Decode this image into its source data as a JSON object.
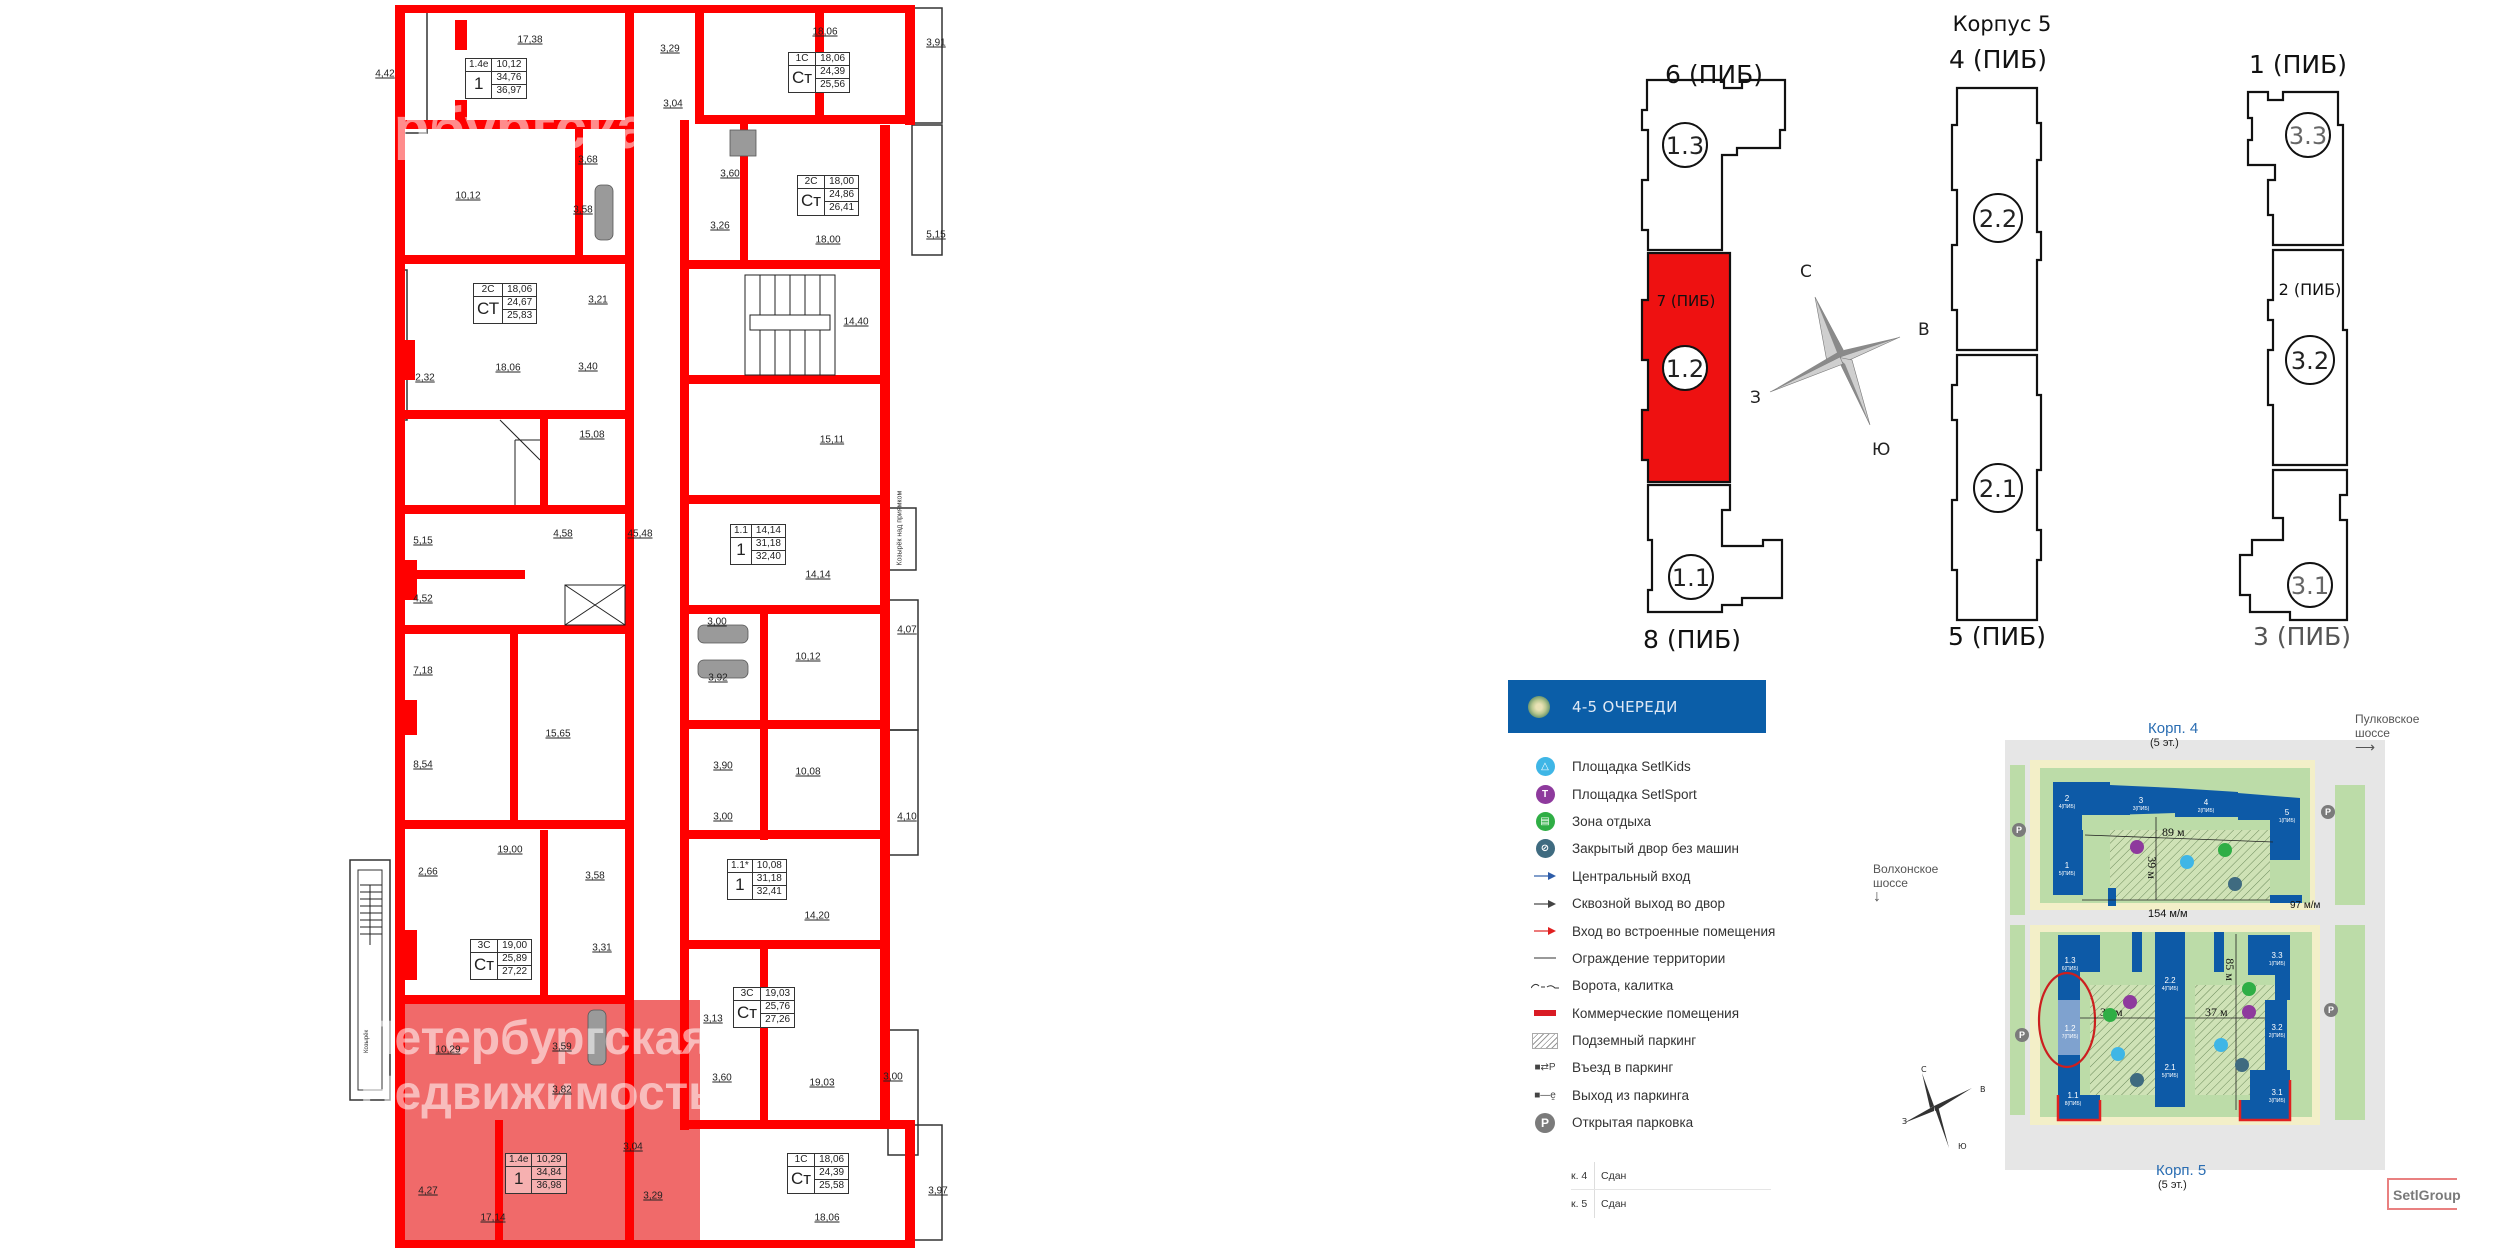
{
  "floorplan": {
    "highlight_color": "#ff0000",
    "selected_fill": "#f06565",
    "apartments": [
      {
        "id": "apt-top-left",
        "code": "1.4е",
        "type": "1",
        "living": "10,12",
        "total": "34,76",
        "total_balcony": "36,97"
      },
      {
        "id": "apt-top-right",
        "code": "1С",
        "type": "Ст",
        "living": "18,06",
        "total": "24,39",
        "total_balcony": "25,56"
      },
      {
        "id": "apt-2c-right",
        "code": "2С",
        "type": "Ст",
        "living": "18,00",
        "total": "24,86",
        "total_balcony": "26,41"
      },
      {
        "id": "apt-2c-left",
        "code": "2С",
        "type": "СТ",
        "living": "18,06",
        "total": "24,67",
        "total_balcony": "25,83"
      },
      {
        "id": "apt-11-right",
        "code": "1.1",
        "type": "1",
        "living": "14,14",
        "total": "31,18",
        "total_balcony": "32,40"
      },
      {
        "id": "apt-11s-right",
        "code": "1.1*",
        "type": "1",
        "living": "10,08",
        "total": "31,18",
        "total_balcony": "32,41"
      },
      {
        "id": "apt-3c-left",
        "code": "3С",
        "type": "Ст",
        "living": "19,00",
        "total": "25,89",
        "total_balcony": "27,22"
      },
      {
        "id": "apt-3c-right",
        "code": "3С",
        "type": "Ст",
        "living": "19,03",
        "total": "25,76",
        "total_balcony": "27,26"
      },
      {
        "id": "apt-selected",
        "code": "1.4е",
        "type": "1",
        "living": "10,29",
        "total": "34,84",
        "total_balcony": "36,98"
      },
      {
        "id": "apt-bottom-right",
        "code": "1С",
        "type": "Ст",
        "living": "18,06",
        "total": "24,39",
        "total_balcony": "25,58"
      }
    ],
    "rooms": [
      "17,38",
      "4,42",
      "3,29",
      "18,06",
      "3,91",
      "3,68",
      "3,04",
      "10,12",
      "3,58",
      "3,60",
      "3,26",
      "18,00",
      "5,15",
      "3,21",
      "18,06",
      "2,32",
      "3,40",
      "14,40",
      "15,08",
      "15,11",
      "5,15",
      "4,58",
      "45,48",
      "14,14",
      "4,52",
      "3,00",
      "7,18",
      "3,92",
      "10,12",
      "4,07",
      "15,65",
      "8,54",
      "3,90",
      "10,08",
      "3,00",
      "4,10",
      "19,00",
      "2,66",
      "3,58",
      "14,20",
      "3,31",
      "3,13",
      "10,29",
      "3,59",
      "3,82",
      "3,60",
      "19,03",
      "3,00",
      "3,04",
      "4,27",
      "17,14",
      "3,29",
      "18,06",
      "3,97"
    ],
    "labels": {
      "canopy_pit": "Козырёк над приямком",
      "canopy": "Козырёк"
    },
    "watermark": [
      "Петербургская",
      "Недвижимость"
    ]
  },
  "keyplan": {
    "title": "Корпус 5",
    "entrances": {
      "e6": "6 (ПИБ)",
      "e7": "7 (ПИБ)",
      "e8": "8 (ПИБ)",
      "e4": "4 (ПИБ)",
      "e5": "5 (ПИБ)",
      "e1": "1 (ПИБ)",
      "e2": "2 (ПИБ)",
      "e3": "3 (ПИБ)"
    },
    "sections": {
      "s13": "1.3",
      "s12": "1.2",
      "s11": "1.1",
      "s22": "2.2",
      "s21": "2.1",
      "s33": "3.3",
      "s32": "3.2",
      "s31": "3.1"
    },
    "compass": {
      "n": "С",
      "e": "В",
      "s": "Ю",
      "w": "З"
    },
    "selected_section": "1.2",
    "selected_color": "#ee1111"
  },
  "legend": {
    "header": "4-5 ОЧЕРЕДИ",
    "header_color": "#0b5ea8",
    "items": [
      {
        "icon": "kids-playground-icon",
        "label": "Площадка SetlKids",
        "color": "#3fb6e6"
      },
      {
        "icon": "sport-ground-icon",
        "label": "Площадка SetlSport",
        "color": "#8e3a9d"
      },
      {
        "icon": "rest-zone-icon",
        "label": "Зона отдыха",
        "color": "#2fae45"
      },
      {
        "icon": "car-free-yard-icon",
        "label": "Закрытый двор без машин",
        "color": "#3f6b80"
      },
      {
        "icon": "blue-arrow-icon",
        "label": "Центральный вход",
        "color": "#2d5ca8"
      },
      {
        "icon": "gray-arrow-icon",
        "label": "Сквозной выход во двор",
        "color": "#444444"
      },
      {
        "icon": "red-arrow-icon",
        "label": "Вход во встроенные помещения",
        "color": "#e02020"
      },
      {
        "icon": "fence-line-icon",
        "label": "Ограждение территории",
        "color": "#333333"
      },
      {
        "icon": "gate-icon",
        "label": "Ворота, калитка",
        "color": "#333333"
      },
      {
        "icon": "commercial-bar-icon",
        "label": "Коммерческие помещения",
        "color": "#d91c24"
      },
      {
        "icon": "hatched-parking-icon",
        "label": "Подземный паркинг",
        "color": "#888888"
      },
      {
        "icon": "parking-entry-icon",
        "label": "Въезд в паркинг",
        "color": "#444444"
      },
      {
        "icon": "parking-exit-icon",
        "label": "Выход из паркинга",
        "color": "#444444"
      },
      {
        "icon": "open-parking-icon",
        "label": "Открытая парковка",
        "color": "#7b7b7b"
      }
    ],
    "status": [
      {
        "building": "к. 4",
        "status": "Сдан"
      },
      {
        "building": "к. 5",
        "status": "Сдан"
      }
    ]
  },
  "sitemap": {
    "corp4": {
      "title": "Корп. 4",
      "floors": "(5 эт.)"
    },
    "corp5": {
      "title": "Корп. 5",
      "floors": "(5 эт.)"
    },
    "road_east": "Пулковское\nшоссе",
    "road_east_l1": "Пулковское",
    "road_east_l2": "шоссе",
    "road_south_l1": "Волхонское",
    "road_south_l2": "шоссе",
    "dimensions": {
      "d89": "89 м",
      "d39": "39 м",
      "d154": "154 м/м",
      "d97": "97 м/м",
      "d37a": "37 м",
      "d37b": "37 м",
      "d85": "85 м"
    },
    "corp4_buildings": [
      {
        "num": "2",
        "sub": "4(ПИБ)"
      },
      {
        "num": "3",
        "sub": "3(ПИБ)"
      },
      {
        "num": "4",
        "sub": "2(ПИБ)"
      },
      {
        "num": "5",
        "sub": "1(ПИБ)"
      },
      {
        "num": "1",
        "sub": "5(ПИБ)"
      }
    ],
    "corp5_buildings": [
      {
        "num": "1.3",
        "sub": "6(ПИБ)"
      },
      {
        "num": "1.2",
        "sub": "7(ПИБ)"
      },
      {
        "num": "1.1",
        "sub": "8(ПИБ)"
      },
      {
        "num": "2.2",
        "sub": "4(ПИБ)"
      },
      {
        "num": "2.1",
        "sub": "5(ПИБ)"
      },
      {
        "num": "3.3",
        "sub": "1(ПИБ)"
      },
      {
        "num": "3.2",
        "sub": "2(ПИБ)"
      },
      {
        "num": "3.1",
        "sub": "3(ПИБ)"
      }
    ],
    "parking_badge": "P",
    "compass": {
      "n": "С",
      "e": "В",
      "s": "Ю",
      "w": "З"
    },
    "brand": "SetlGroup",
    "colors": {
      "building": "#0d5aa7",
      "lawn": "#b9d9a6",
      "path": "#f3efc8",
      "road": "#e6e6e6",
      "highlight_ring": "#cc1f1f"
    }
  }
}
